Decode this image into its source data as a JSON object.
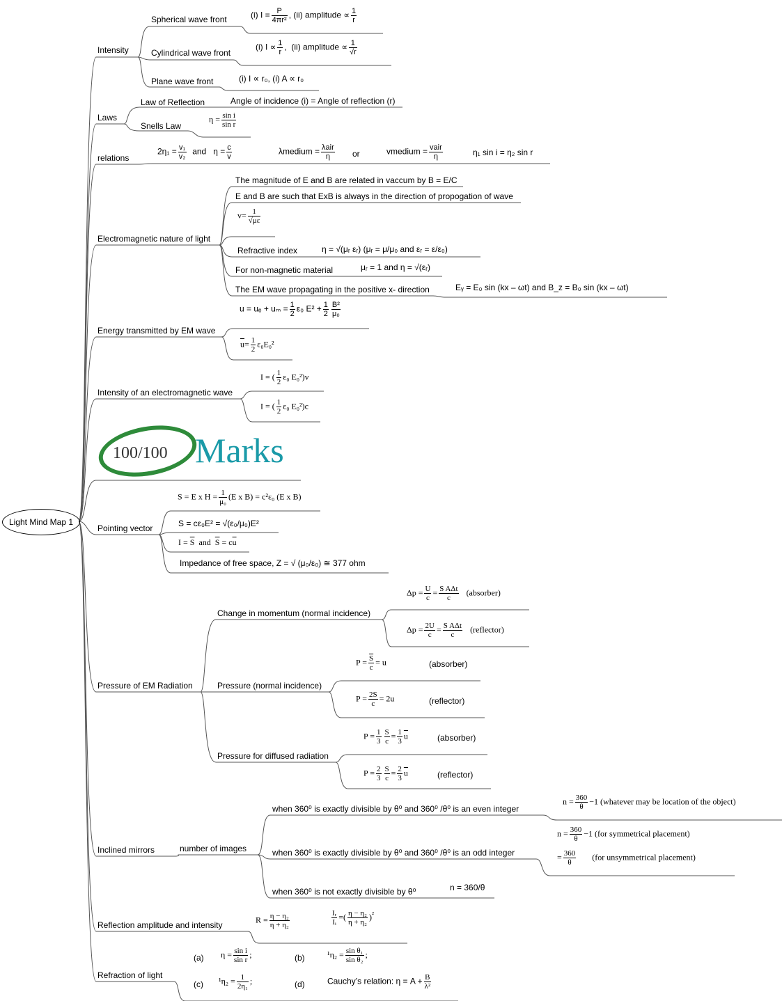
{
  "root": "Light Mind Map 1",
  "logo": {
    "number": "100/100",
    "word": "Marks",
    "ring_color": "#2e8b3a",
    "word_color": "#1a9aa8"
  },
  "intensity": {
    "label": "Intensity",
    "spherical": "Spherical wave front",
    "sph_i": "(i) I =",
    "sph_i_num": "P",
    "sph_i_den": "4πr²",
    "sph_ii": ", (ii) amplitude ∝",
    "sph_ii_num": "1",
    "sph_ii_den": "r",
    "cylindrical": "Cylindrical wave front",
    "cyl_i": "(i) I ∝",
    "cyl_i_num": "1",
    "cyl_i_den": "r",
    "cyl_sep": ",",
    "cyl_ii": "(ii) amplitude ∝",
    "cyl_ii_num": "1",
    "cyl_ii_den": "√r",
    "plane": "Plane wave front",
    "plane_f": "(i) I ∝ r₀, (i) A ∝ r₀"
  },
  "laws": {
    "label": "Laws",
    "reflection": "Law of Reflection",
    "reflection_f": "Angle of incidence (i) = Angle of reflection (r)",
    "snell": "Snells Law",
    "snell_lhs": "η =",
    "snell_num": "sin i",
    "snell_den": "sin r"
  },
  "relations": {
    "label": "relations",
    "r1": "2η₁ =",
    "r1_num": "v₁",
    "r1_den": "v₂",
    "r1_and": "and",
    "r2": "η =",
    "r2_num": "c",
    "r2_den": "v",
    "r3": "λmedium =",
    "r3_num": "λair",
    "r3_den": "η",
    "or": "or",
    "r4": "vmedium =",
    "r4_num": "vair",
    "r4_den": "η",
    "r5": "η₁ sin i = η₂ sin r"
  },
  "em": {
    "label": "Electromagnetic nature of light",
    "b1": "The magnitude of E and B are related in vaccum by B = E/C",
    "b2": "E and B are such that ExB is always in the direction of propogation of wave",
    "v": "v=",
    "v_num": "1",
    "v_den": "√με",
    "ri": "Refractive index",
    "ri_f": "η = √(μᵣ εᵣ)      (μᵣ = μ/μ₀   and εᵣ = ε/ε₀)",
    "nm": "For non-magnetic material",
    "nm_f": "μᵣ = 1 and η = √(εᵣ)",
    "wave": "The EM wave propagating in the positive x- direction",
    "wave_f": "Eᵧ = E₀ sin (kx – ωt)     and     B_z = B₀  sin (kx – ωt)"
  },
  "energy": {
    "label": "Energy transmitted by EM wave",
    "u": "u = uₑ + uₘ =",
    "u_n1": "1",
    "u_d1": "2",
    "u_mid": "ε₀ E² +",
    "u_n2": "1",
    "u_d2": "2",
    "u_n3": "B²",
    "u_d3": "μ₀",
    "ub": "u",
    "ub_eq": "=",
    "ub_num": "1",
    "ub_den": "2",
    "ub_tail": "ε₀E₀²"
  },
  "intensity_em": {
    "label": "Intensity of an electromagnetic wave",
    "i1": "I =",
    "i1_num": "1",
    "i1_den": "2",
    "i1_tail": "ε₀ E₀²",
    "i1_v": "v",
    "i2": "I =",
    "i2_tail": "ε₀ E₀²",
    "i2_c": "c"
  },
  "pointing": {
    "label": "Pointing vector",
    "p1": "S = E x H =",
    "p1_num": "1",
    "p1_den": "μ₀",
    "p1_tail": "(E x B) =  c²ε₀ (E x B)",
    "p2": "S = cε₀E² = √(ε₀/μ₀)E²",
    "p3_a": "I =",
    "p3_s": "S",
    "p3_and": "and",
    "p3_b": "S",
    "p3_c": "= c",
    "p3_u": "u",
    "p4": "Impedance of free space, Z = √ (μ₀/ε₀) ≅ 377 ohm"
  },
  "pressure": {
    "label": "Pressure of EM Radiation",
    "cm": "Change in momentum (normal incidence)",
    "cm1": "Δp =",
    "cm1_n1": "U",
    "cm1_d1": "c",
    "cm1_n2": "S AΔt",
    "cm1_d2": "c",
    "cm1_note": "(absorber)",
    "cm2": "Δp =",
    "cm2_n1": "2U",
    "cm2_d1": "c",
    "cm2_n2": "S AΔt",
    "cm2_d2": "c",
    "cm2_note": "(reflector)",
    "pn": "Pressure (normal incidence)",
    "pn1": "P =",
    "pn1_num": "S",
    "pn1_den": "c",
    "pn1_tail": "= u",
    "pn1_note": "(absorber)",
    "pn2": "P =",
    "pn2_num": "2S",
    "pn2_den": "c",
    "pn2_tail": "= 2u",
    "pn2_note": "(reflector)",
    "pd": "Pressure for diffused radiation",
    "pd1": "P =",
    "pd1_n1": "1",
    "pd1_d1": "3",
    "pd1_n2": "S",
    "pd1_d2": "c",
    "pd1_n3": "1",
    "pd1_d3": "3",
    "pd1_tail": "u",
    "pd1_note": "(absorber)",
    "pd2": "P =",
    "pd2_n1": "2",
    "pd2_d1": "3",
    "pd2_n2": "S",
    "pd2_d2": "c",
    "pd2_n3": "2",
    "pd2_d3": "3",
    "pd2_tail": "u",
    "pd2_note": "(reflector)"
  },
  "mirrors": {
    "label": "Inclined mirrors",
    "num": "number of images",
    "c1": "when 360⁰  is exactly divisible by θ⁰  and 360⁰  /θ⁰  is an even integer",
    "c1_f": "n =",
    "c1_num": "360",
    "c1_den": "θ",
    "c1_tail": "−1  (whatever may be location of the object)",
    "c2": "when 360⁰  is exactly divisible by θ⁰  and 360⁰  /θ⁰  is an odd integer",
    "c2_f": "n =",
    "c2_num": "360",
    "c2_den": "θ",
    "c2_tail": "−1  (for symmetrical placement)",
    "c2b_f": "=",
    "c2b_num": "360",
    "c2b_den": "θ",
    "c2b_tail": "(for unsymmetrical placement)",
    "c3": "when 360⁰  is not exactly divisible by θ⁰",
    "c3_f": "n = 360/θ"
  },
  "reflection_ai": {
    "label": "Reflection amplitude and intensity",
    "r": "R =",
    "r_num": "η − η₂",
    "r_den": "η + η₂",
    "i": "",
    "i_num": "Iᵣ",
    "i_den": "Iᵢ",
    "i_eq": "=",
    "i_b_num": "η − η₂",
    "i_b_den": "η + η₂",
    "i_sq": "²"
  },
  "refraction": {
    "label": "Refraction of light",
    "a": "(a)",
    "a_f": "η =",
    "a_num": "sin  i",
    "a_den": "sin  r",
    "a_end": ";",
    "b": "(b)",
    "b_f": "¹η₂ =",
    "b_num": "sin θ₁",
    "b_den": "sin θ₂",
    "b_end": ";",
    "c": "(c)",
    "c_f": "¹η₂ =",
    "c_num": "1",
    "c_den": "2η₁",
    "c_end": ";",
    "d": "(d)",
    "d_f": "Cauchy’s relation: η = A +",
    "d_num": "B",
    "d_den": "λ²"
  }
}
